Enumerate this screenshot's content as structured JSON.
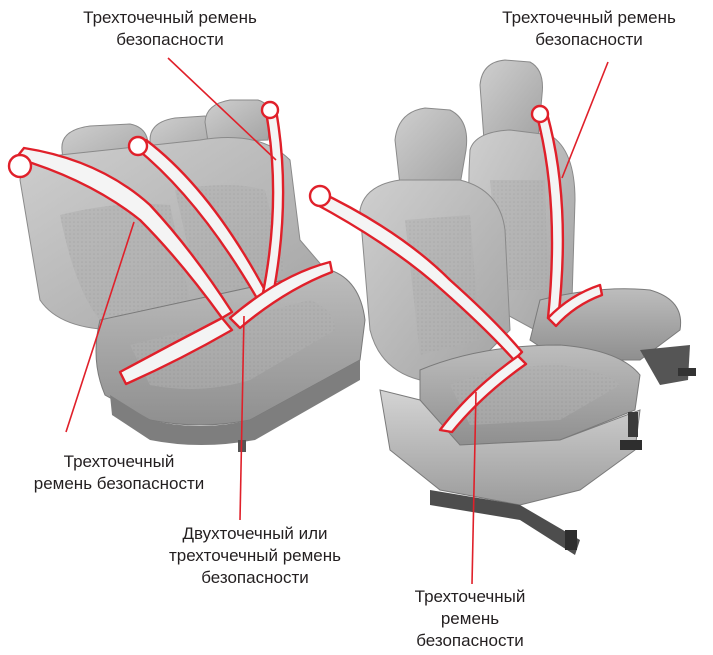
{
  "labels": {
    "top_left": {
      "lines": [
        "Трехточечный ремень",
        "безопасности"
      ]
    },
    "top_right": {
      "lines": [
        "Трехточечный ремень",
        "безопасности"
      ]
    },
    "mid_left": {
      "lines": [
        "Трехточечный",
        "ремень безопасности"
      ]
    },
    "center": {
      "lines": [
        "Двухточечный или",
        "трехточечный ремень",
        "безопасности"
      ]
    },
    "bottom": {
      "lines": [
        "Трехточечный",
        "ремень",
        "безопасности"
      ]
    }
  },
  "colors": {
    "belt_outline": "#e0202a",
    "belt_fill": "#f4f4f4",
    "seat_light": "#c9c9c9",
    "seat_mid": "#a9a9a9",
    "seat_dark": "#7d7d7d",
    "text": "#231f20"
  }
}
